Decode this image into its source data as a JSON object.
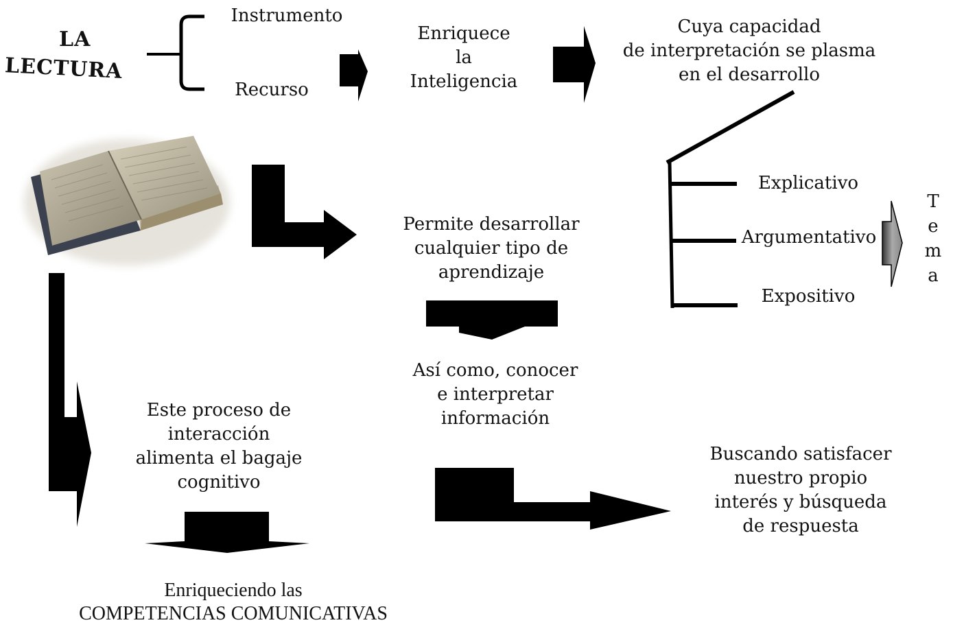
{
  "title": {
    "line1": "LA",
    "line2": "LECTURA"
  },
  "bracket_items": {
    "top": "Instrumento",
    "bottom": "Recurso"
  },
  "nodes": {
    "enriquece": "Enriquece\nla\nInteligencia",
    "capacidad": "Cuya capacidad\nde interpretación se plasma\nen el desarrollo",
    "permite": "Permite desarrollar\ncualquier tipo de\naprendizaje",
    "asi_como": "Así como, conocer\ne interpretar\ninformación",
    "proceso": "Este proceso de\ninteracción\nalimenta el bagaje\ncognitivo",
    "buscando": "Buscando satisfacer\nnuestro propio\ninterés y búsqueda\nde respuesta",
    "competencias": "Enriqueciendo las\nCOMPETENCIAS COMUNICATIVAS"
  },
  "text_types": {
    "explicativo": "Explicativo",
    "argumentativo": "Argumentativo",
    "expositivo": "Expositivo"
  },
  "tema": "T\ne\nm\na",
  "book_image": "open-book-photo"
}
